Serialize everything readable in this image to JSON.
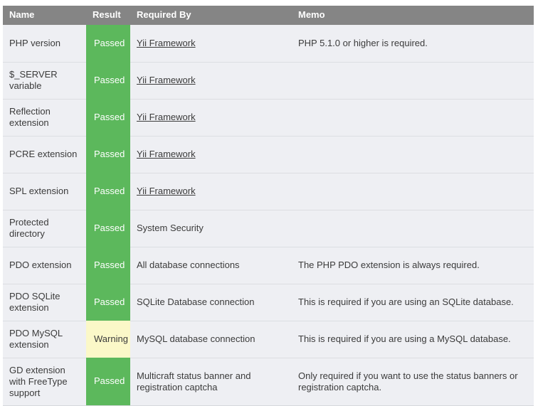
{
  "table": {
    "columns": [
      "Name",
      "Result",
      "Required By",
      "Memo"
    ],
    "colors": {
      "header_bg": "#858585",
      "header_text": "#ffffff",
      "row_bg": "#eeeff3",
      "row_divider": "#dcdee2",
      "passed_bg": "#5cb85c",
      "passed_text": "#ffffff",
      "warning_bg": "#fbf8c8",
      "warning_text": "#3b3b3b",
      "body_text": "#3b3b3b"
    },
    "rows": [
      {
        "name": "PHP version",
        "result": "Passed",
        "result_state": "passed",
        "required_by": "Yii Framework",
        "required_by_is_link": true,
        "memo": "PHP 5.1.0 or higher is required."
      },
      {
        "name": "$_SERVER variable",
        "result": "Passed",
        "result_state": "passed",
        "required_by": "Yii Framework",
        "required_by_is_link": true,
        "memo": ""
      },
      {
        "name": "Reflection extension",
        "result": "Passed",
        "result_state": "passed",
        "required_by": "Yii Framework",
        "required_by_is_link": true,
        "memo": ""
      },
      {
        "name": "PCRE extension",
        "result": "Passed",
        "result_state": "passed",
        "required_by": "Yii Framework",
        "required_by_is_link": true,
        "memo": ""
      },
      {
        "name": "SPL extension",
        "result": "Passed",
        "result_state": "passed",
        "required_by": "Yii Framework",
        "required_by_is_link": true,
        "memo": ""
      },
      {
        "name": "Protected directory",
        "result": "Passed",
        "result_state": "passed",
        "required_by": "System Security",
        "required_by_is_link": false,
        "memo": ""
      },
      {
        "name": "PDO extension",
        "result": "Passed",
        "result_state": "passed",
        "required_by": "All database connections",
        "required_by_is_link": false,
        "memo": "The PHP PDO extension is always required."
      },
      {
        "name": "PDO SQLite extension",
        "result": "Passed",
        "result_state": "passed",
        "required_by": "SQLite Database connection",
        "required_by_is_link": false,
        "memo": "This is required if you are using an SQLite database."
      },
      {
        "name": "PDO MySQL extension",
        "result": "Warning",
        "result_state": "warning",
        "required_by": "MySQL database connection",
        "required_by_is_link": false,
        "memo": "This is required if you are using a MySQL database."
      },
      {
        "name": "GD extension with FreeType support",
        "result": "Passed",
        "result_state": "passed",
        "required_by": "Multicraft status banner and registration captcha",
        "required_by_is_link": false,
        "memo": "Only required if you want to use the status banners or registration captcha."
      }
    ]
  }
}
